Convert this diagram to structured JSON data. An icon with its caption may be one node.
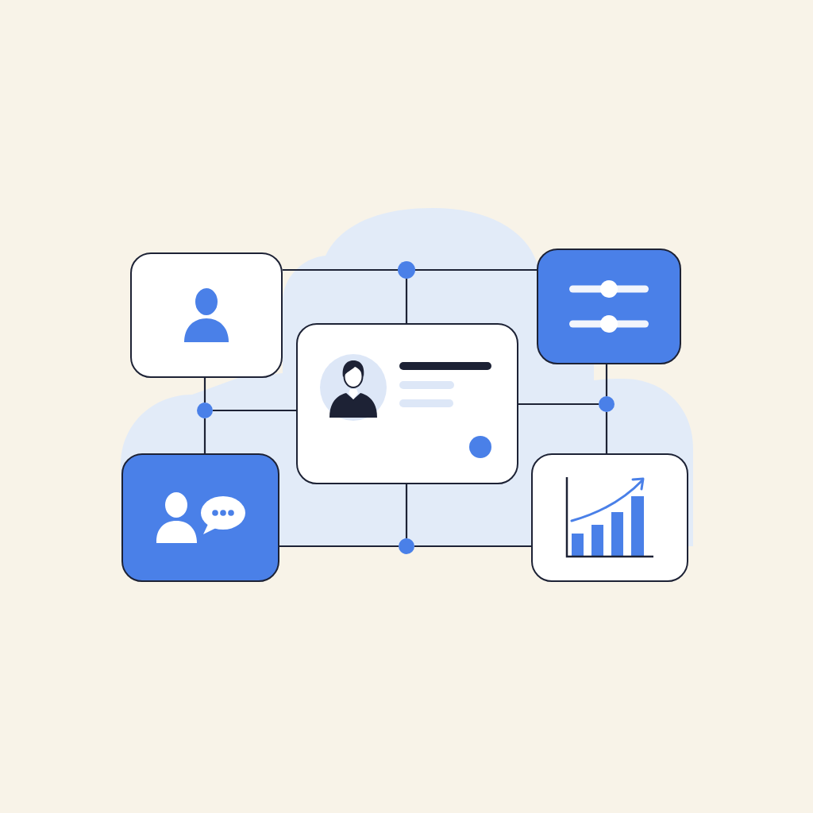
{
  "diagram": {
    "nodes": [
      {
        "text": [],
        "shape": "box"
      },
      {
        "text": [],
        "shape": "circle"
      },
      {
        "text": [],
        "shape": "box"
      },
      {
        "text": [],
        "shape": "box"
      },
      {
        "text": [],
        "shape": "circle"
      },
      {
        "text": [],
        "shape": "circle"
      },
      {
        "text": [],
        "shape": "box"
      },
      {
        "text": [],
        "shape": "circle"
      },
      {
        "text": [],
        "shape": "box"
      }
    ],
    "edges": [
      {
        "from": 0,
        "to": 1,
        "arrow": "none"
      },
      {
        "from": 1,
        "to": 2,
        "arrow": "none"
      },
      {
        "from": 1,
        "to": 3,
        "arrow": "none"
      },
      {
        "from": 0,
        "to": 4,
        "arrow": "none"
      },
      {
        "from": 4,
        "to": 6,
        "arrow": "none"
      },
      {
        "from": 4,
        "to": 3,
        "arrow": "none"
      },
      {
        "from": 2,
        "to": 5,
        "arrow": "none"
      },
      {
        "from": 5,
        "to": 8,
        "arrow": "none"
      },
      {
        "from": 5,
        "to": 3,
        "arrow": "none"
      },
      {
        "from": 6,
        "to": 7,
        "arrow": "none"
      },
      {
        "from": 7,
        "to": 8,
        "arrow": "none"
      },
      {
        "from": 7,
        "to": 3,
        "arrow": "none"
      }
    ]
  }
}
